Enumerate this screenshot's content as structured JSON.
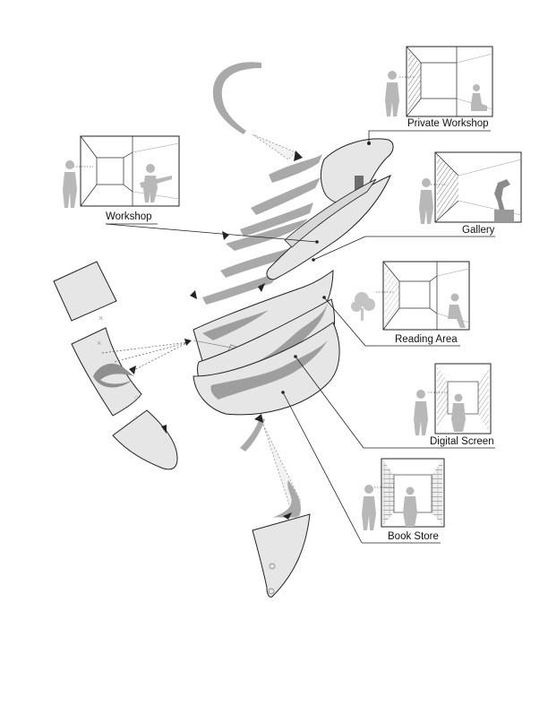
{
  "labels": {
    "private_workshop": "Private Workshop",
    "workshop": "Workshop",
    "gallery": "Gallery",
    "reading_area": "Reading Area",
    "digital_screen": "Digital Screen",
    "book_store": "Book Store"
  },
  "colors": {
    "ribbon": "#a9a9a9",
    "panel_fill": "#e6e6e6",
    "outline": "#222222",
    "figure": "#b8b8b8",
    "leader": "#222222"
  },
  "icons": [
    "person-silhouette-icon",
    "guitar-player-icon",
    "seated-person-icon",
    "tree-icon",
    "sculpture-icon",
    "arrow-marker-icon"
  ]
}
